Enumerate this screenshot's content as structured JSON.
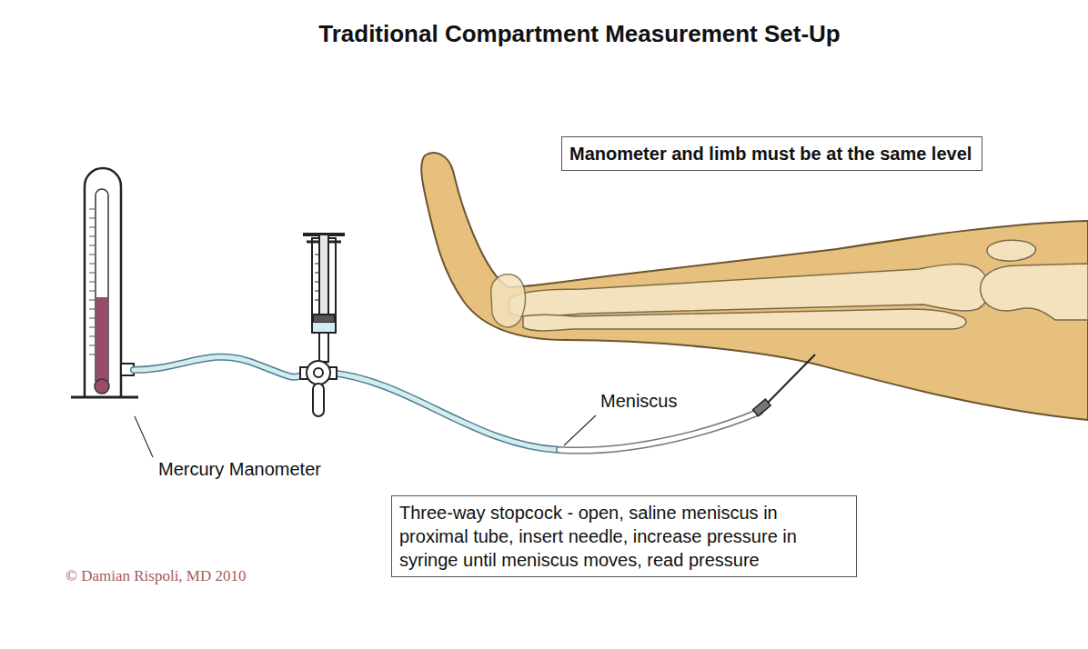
{
  "diagram": {
    "title": "Traditional Compartment Measurement Set-Up",
    "nodes": [
      {
        "text": [
          "Manometer and limb must be at the same level"
        ]
      },
      {
        "text": [
          "Three-way stopcock - open, saline meniscus in proximal tube,  insert needle, increase pressure in syringe until meniscus moves, read pressure"
        ]
      }
    ],
    "labels": [
      "Meniscus",
      "Mercury Manometer",
      "© Damian Rispoli, MD 2010"
    ]
  }
}
